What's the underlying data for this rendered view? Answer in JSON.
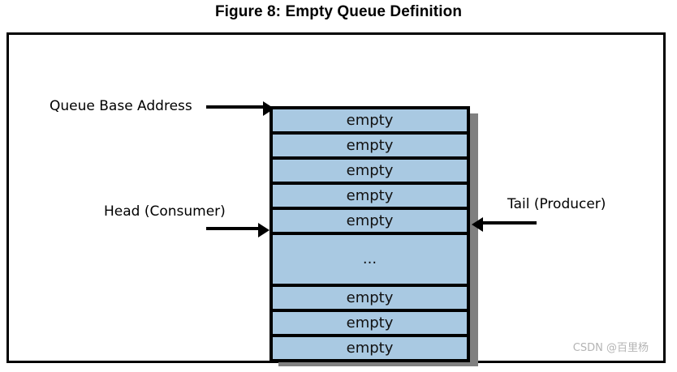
{
  "figure": {
    "title": "Figure 8: Empty Queue Definition"
  },
  "labels": {
    "queue_base": "Queue Base Address",
    "head": "Head (Consumer)",
    "tail": "Tail (Producer)"
  },
  "queue": {
    "cells": [
      {
        "text": "empty",
        "kind": "slot"
      },
      {
        "text": "empty",
        "kind": "slot"
      },
      {
        "text": "empty",
        "kind": "slot"
      },
      {
        "text": "empty",
        "kind": "slot"
      },
      {
        "text": "empty",
        "kind": "slot"
      },
      {
        "text": "...",
        "kind": "ellipsis"
      },
      {
        "text": "empty",
        "kind": "slot"
      },
      {
        "text": "empty",
        "kind": "slot"
      },
      {
        "text": "empty",
        "kind": "slot"
      }
    ]
  },
  "colors": {
    "cell_fill": "#a9c9e2",
    "border": "#000000",
    "shadow": "#808080",
    "watermark": "#b4b4b4"
  },
  "watermark": {
    "text": "CSDN @百里杨"
  }
}
